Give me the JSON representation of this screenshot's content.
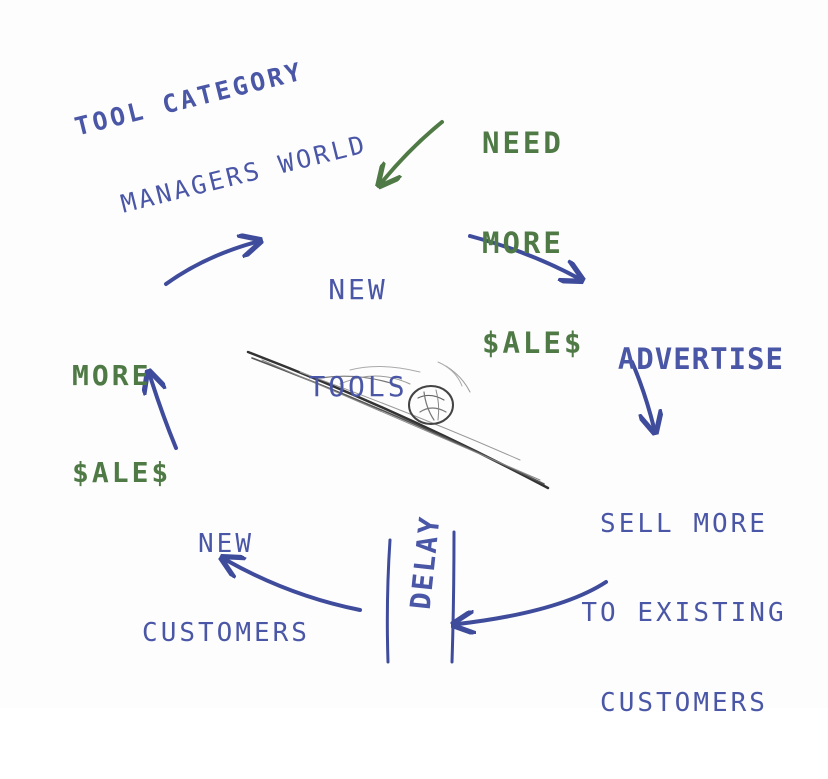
{
  "title": {
    "line1": "TOOL CATEGORY",
    "line2": "MANAGERS WORLD"
  },
  "cycle": {
    "new_tools": {
      "line1": "NEW",
      "line2": "TOOLS"
    },
    "advertise": "ADVERTISE",
    "sell_more": {
      "line1": "SELL MORE",
      "line2": "TO EXISTING",
      "line3": "CUSTOMERS"
    },
    "delay": "DELAY",
    "new_customers": {
      "line1": "NEW",
      "line2": "CUSTOMERS"
    },
    "more_sales": {
      "line1": "MORE",
      "line2": "$ALE$"
    }
  },
  "need_more_sales": {
    "line1": "NEED",
    "line2": "MORE",
    "line3": "$ALE$"
  },
  "colors": {
    "blue": "#4a56a6",
    "green": "#4f7a46",
    "pencil": "#555555"
  },
  "icons": [
    "arrow-icon",
    "slope-sketch-icon",
    "boulder-icon"
  ]
}
